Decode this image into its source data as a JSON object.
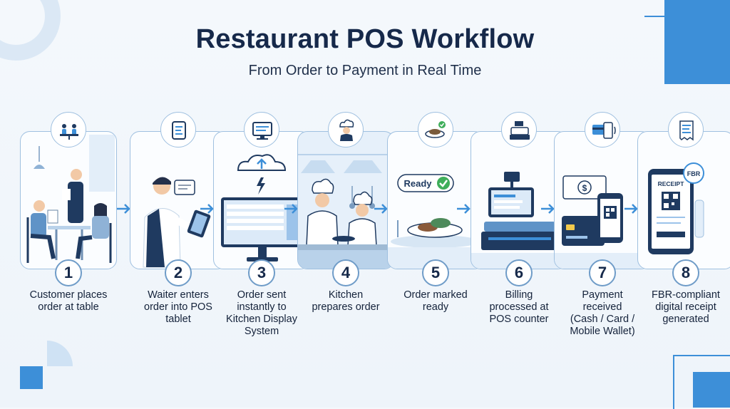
{
  "header": {
    "title": "Restaurant POS Workflow",
    "subtitle": "From Order to Payment in Real Time"
  },
  "colors": {
    "accent_blue": "#3d8fd8",
    "navy": "#1f3a60",
    "panel_border": "#9fc0e0",
    "ready_green": "#3fae5a"
  },
  "steps": [
    {
      "number": "1",
      "label": "Customer places\norder at table",
      "icon": "dining-table-icon"
    },
    {
      "number": "2",
      "label": "Waiter enters\norder into POS\ntablet",
      "icon": "tablet-icon"
    },
    {
      "number": "3",
      "label": "Order sent\ninstantly to\nKitchen Display\nSystem",
      "icon": "display-monitor-icon"
    },
    {
      "number": "4",
      "label": "Kitchen\nprepares order",
      "icon": "chef-icon"
    },
    {
      "number": "5",
      "label": "Order marked\nready",
      "icon": "plated-dish-icon"
    },
    {
      "number": "6",
      "label": "Billing\nprocessed at\nPOS counter",
      "icon": "cash-register-icon"
    },
    {
      "number": "7",
      "label": "Payment\nreceived\n(Cash / Card /\nMobile Wallet)",
      "icon": "card-payment-icon"
    },
    {
      "number": "8",
      "label": "FBR-compliant\ndigital receipt\ngenerated",
      "icon": "receipt-icon"
    }
  ],
  "illustration_text": {
    "ready_badge": "Ready",
    "receipt_heading": "RECEIPT",
    "fbr_seal": "FBR"
  }
}
